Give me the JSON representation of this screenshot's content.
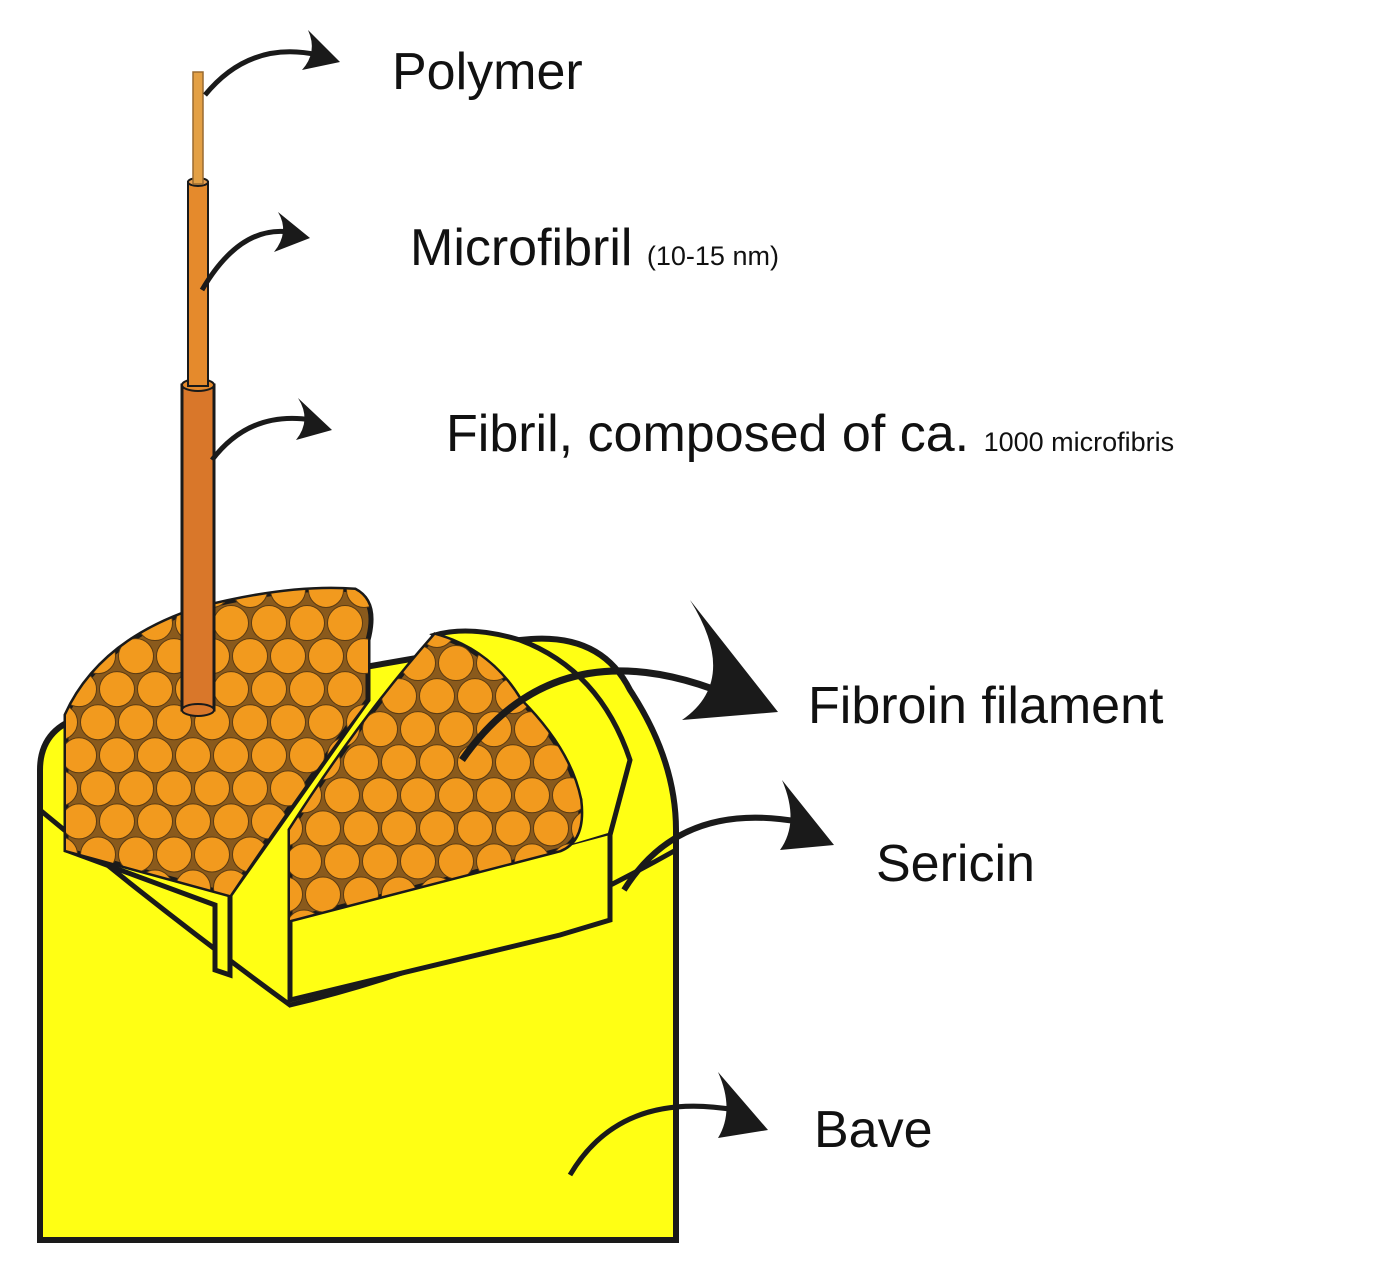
{
  "labels": {
    "polymer": "Polymer",
    "microfibril": "Microfibril",
    "microfibril_size": "(10-15 nm)",
    "fibril": "Fibril, composed of ca.",
    "fibril_count": "1000 microfibris",
    "fibroin": "Fibroin filament",
    "sericin": "Sericin",
    "bave": "Bave"
  },
  "colors": {
    "sericin_fill": "#ffff14",
    "fibroin_fill": "#f29a1e",
    "fibril_fill": "#d9772a",
    "microfibril_fill": "#e58a2c",
    "polymer_fill": "#e3a045",
    "outline": "#1a1a1a"
  }
}
